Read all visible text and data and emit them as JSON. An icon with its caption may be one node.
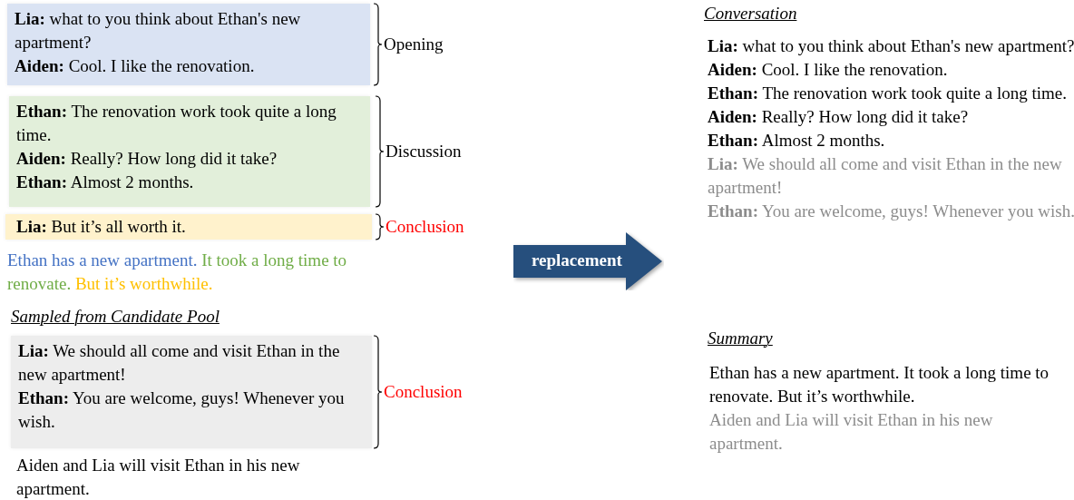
{
  "diagram": {
    "nodes": [
      {
        "text": [
          "**Lia:** what to you think about Ethan's new apartment?",
          "**Aiden:** Cool. I like the renovation."
        ],
        "beside": [
          "Opening"
        ]
      },
      {
        "text": [
          "**Ethan:** The renovation work took quite a long time.",
          "**Aiden:** Really? How long did it take?",
          "**Ethan:** Almost 2 months."
        ],
        "beside": [
          "Discussion"
        ]
      },
      {
        "text": [
          "**Lia:** But it’s all worth it."
        ],
        "beside": [
          "Conclusion"
        ]
      },
      {
        "text": [
          "**Lia:** We should all come and visit Ethan in the new apartment!",
          "**Ethan:** You are welcome, guys! Whenever you wish."
        ],
        "beside": [
          "Conclusion"
        ]
      },
      {
        "text": [
          "replacement"
        ]
      }
    ],
    "labels": [
      "Ethan has a new apartment.",
      "It took a long time to renovate.",
      "But it’s worthwhile.",
      "Sampled from Candidate Pool",
      "Aiden and Lia will visit Ethan in his new apartment.",
      "Conversation",
      "**Lia:** what to you think about Ethan's new apartment?",
      "**Aiden:** Cool. I like the renovation.",
      "**Ethan:** The renovation work took quite a long time.",
      "**Aiden:** Really? How long did it take?",
      "**Ethan:** Almost 2 months.",
      "**Lia:** We should all come and visit Ethan in the new apartment!",
      "**Ethan:** You are welcome, guys! Whenever you wish.",
      "Summary",
      "Ethan has a new apartment. It took a long time to renovate. But it’s worthwhile.",
      "Aiden and Lia will visit Ethan in his new apartment."
    ]
  }
}
